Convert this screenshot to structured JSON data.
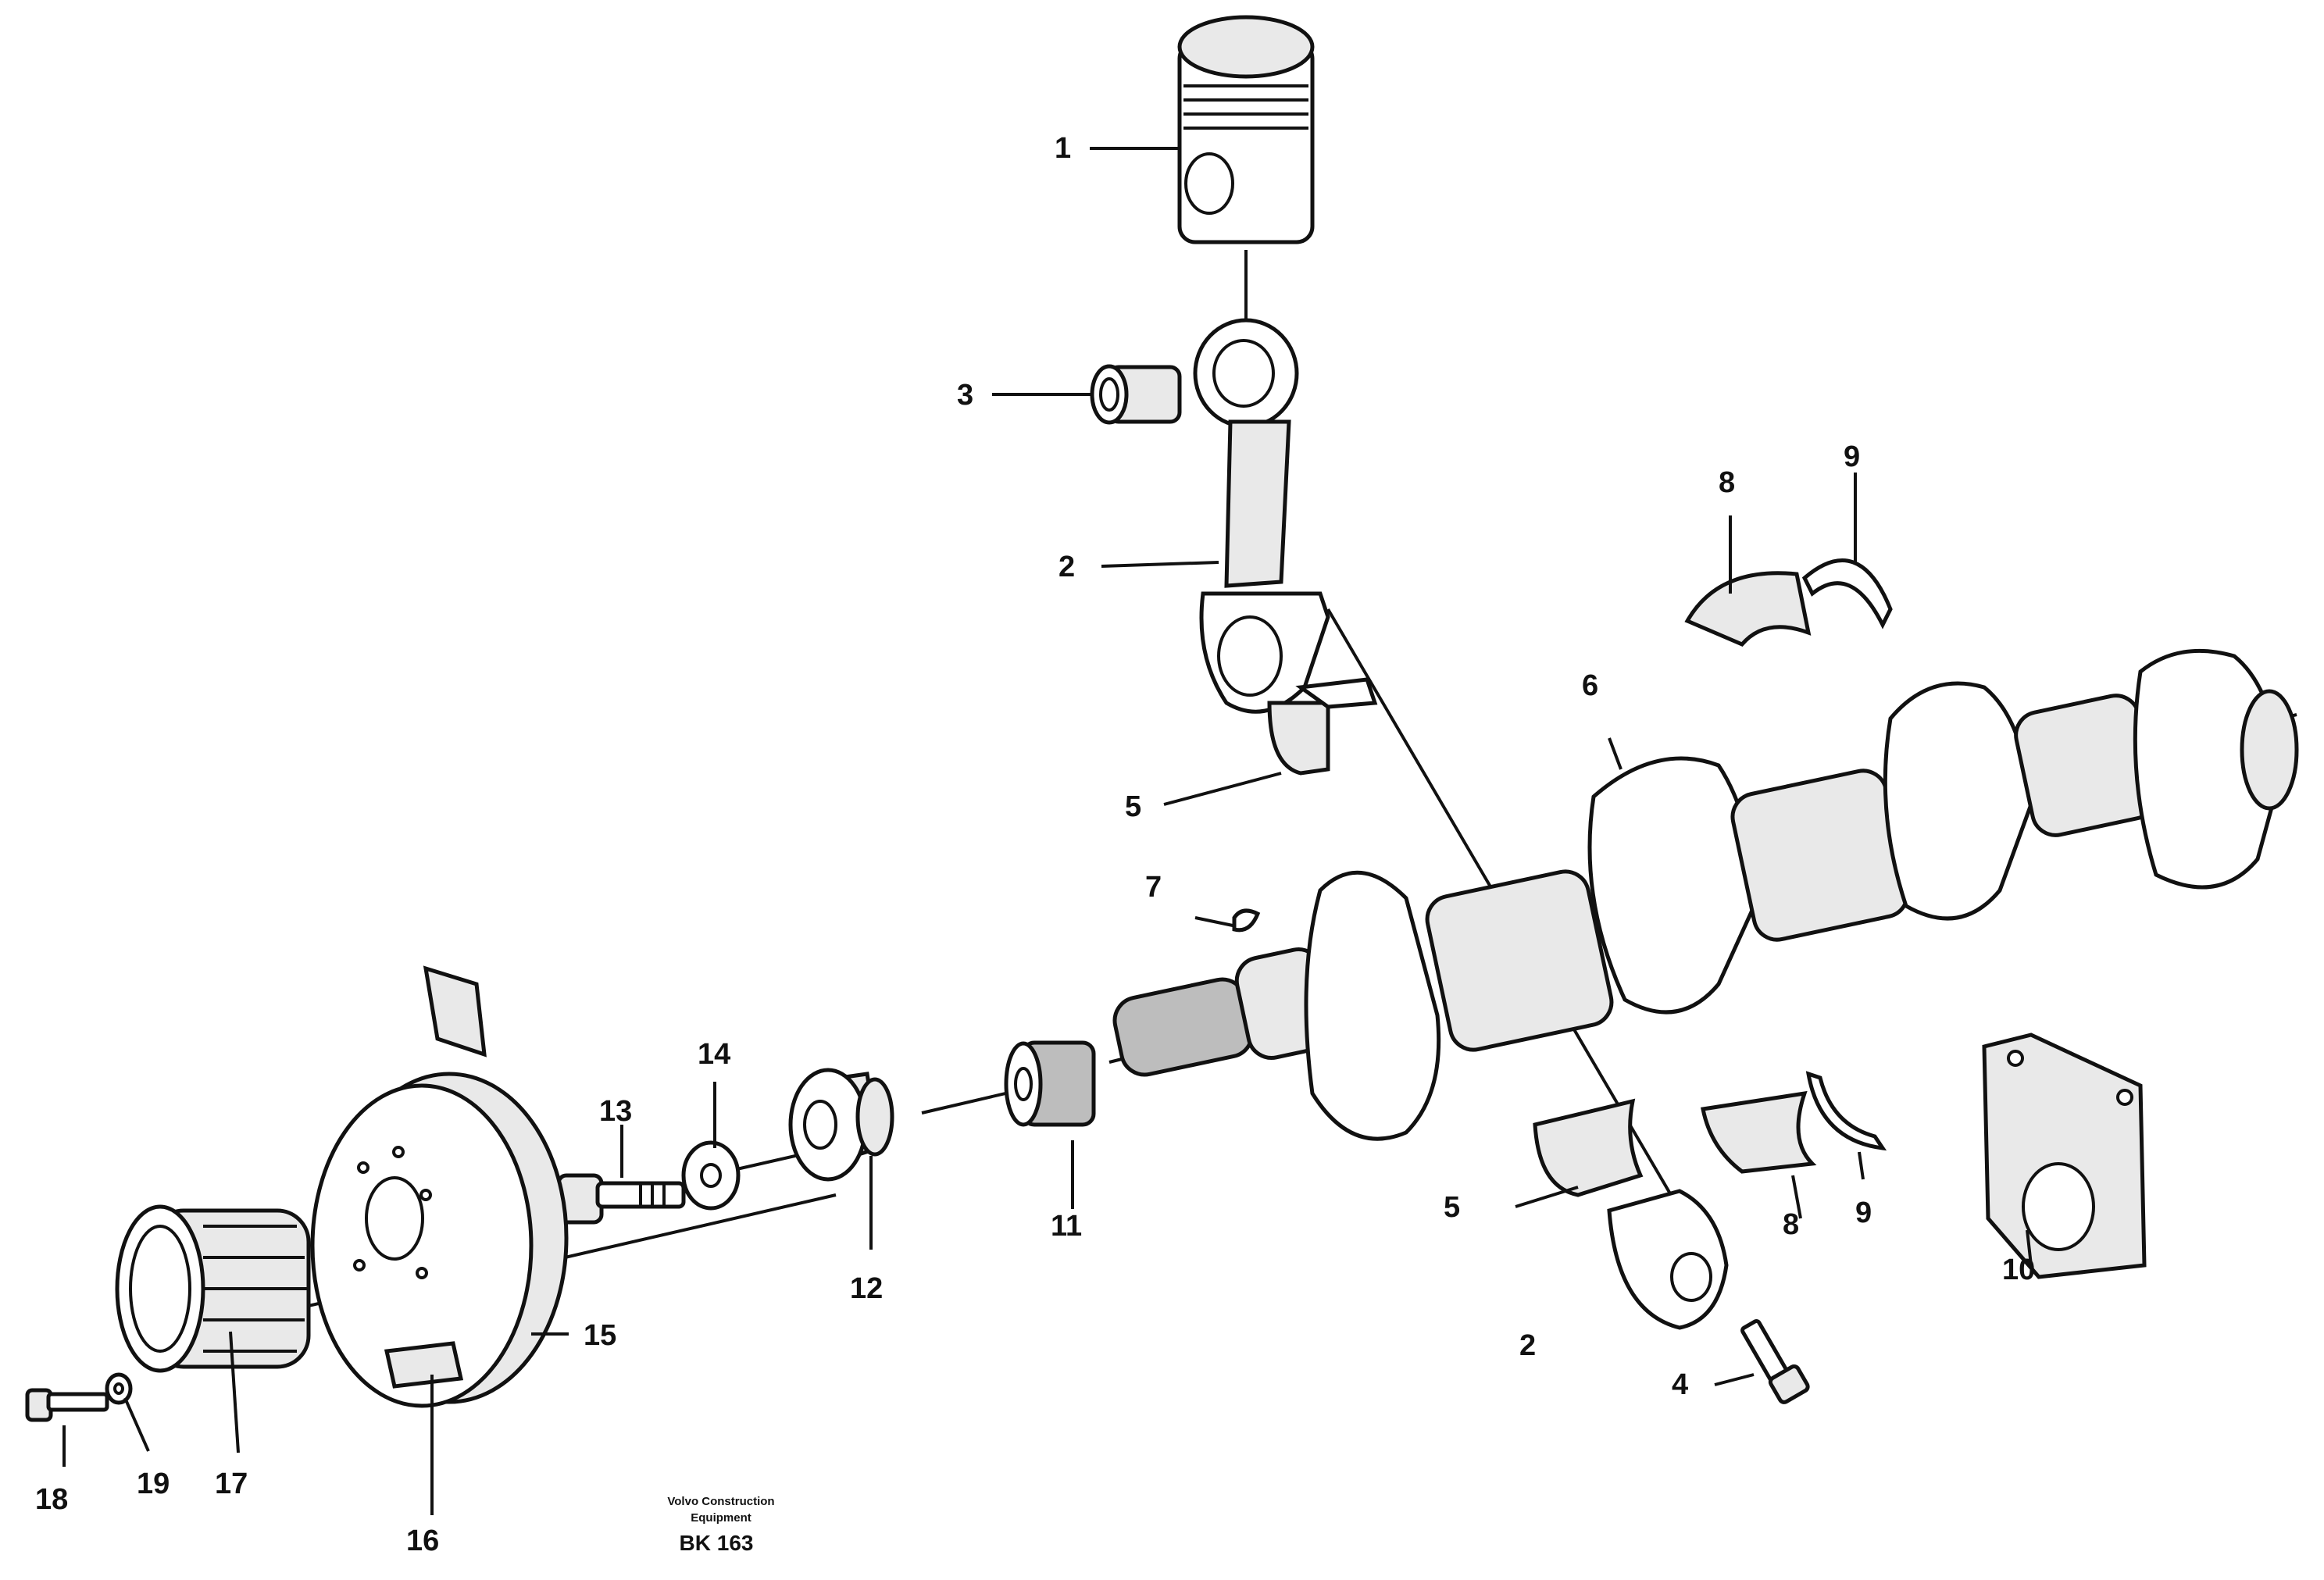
{
  "callouts": [
    {
      "id": "c1",
      "text": "1"
    },
    {
      "id": "c2a",
      "text": "2"
    },
    {
      "id": "c2b",
      "text": "2"
    },
    {
      "id": "c3",
      "text": "3"
    },
    {
      "id": "c4",
      "text": "4"
    },
    {
      "id": "c5a",
      "text": "5"
    },
    {
      "id": "c5b",
      "text": "5"
    },
    {
      "id": "c6",
      "text": "6"
    },
    {
      "id": "c7",
      "text": "7"
    },
    {
      "id": "c8a",
      "text": "8"
    },
    {
      "id": "c8b",
      "text": "8"
    },
    {
      "id": "c9a",
      "text": "9"
    },
    {
      "id": "c9b",
      "text": "9"
    },
    {
      "id": "c10",
      "text": "10"
    },
    {
      "id": "c11",
      "text": "11"
    },
    {
      "id": "c12",
      "text": "12"
    },
    {
      "id": "c13",
      "text": "13"
    },
    {
      "id": "c14",
      "text": "14"
    },
    {
      "id": "c15",
      "text": "15"
    },
    {
      "id": "c16",
      "text": "16"
    },
    {
      "id": "c17",
      "text": "17"
    },
    {
      "id": "c18",
      "text": "18"
    },
    {
      "id": "c19",
      "text": "19"
    }
  ],
  "footer": {
    "publisher_line1": "Volvo Construction",
    "publisher_line2": "Equipment",
    "figure_code": "BK 163"
  }
}
